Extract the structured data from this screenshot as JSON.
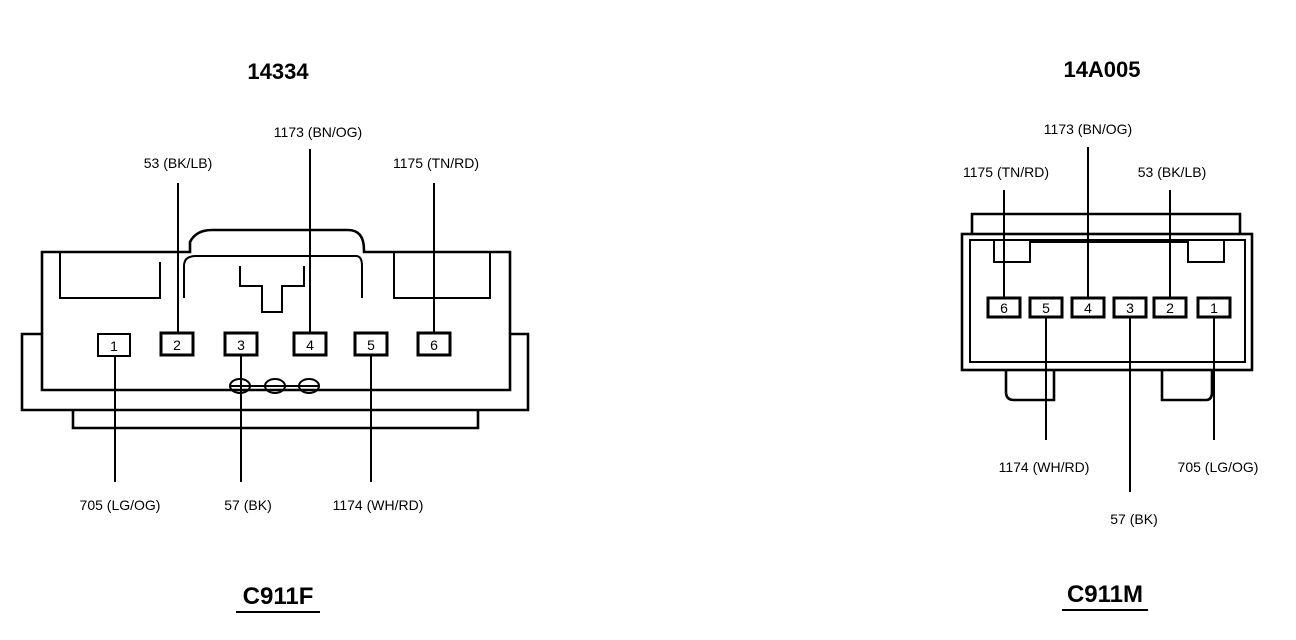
{
  "left": {
    "part_number": "14334",
    "connector_id": "C911F",
    "pins": [
      "1",
      "2",
      "3",
      "4",
      "5",
      "6"
    ],
    "wires": {
      "pin1": "705 (LG/OG)",
      "pin2": "53 (BK/LB)",
      "pin3": "57 (BK)",
      "pin4": "1173 (BN/OG)",
      "pin5": "1174 (WH/RD)",
      "pin6": "1175 (TN/RD)"
    }
  },
  "right": {
    "part_number": "14A005",
    "connector_id": "C911M",
    "pins": [
      "6",
      "5",
      "4",
      "3",
      "2",
      "1"
    ],
    "wires": {
      "pin6": "1175 (TN/RD)",
      "pin5": "1174 (WH/RD)",
      "pin4": "1173 (BN/OG)",
      "pin3": "57 (BK)",
      "pin2": "53 (BK/LB)",
      "pin1": "705 (LG/OG)"
    }
  }
}
